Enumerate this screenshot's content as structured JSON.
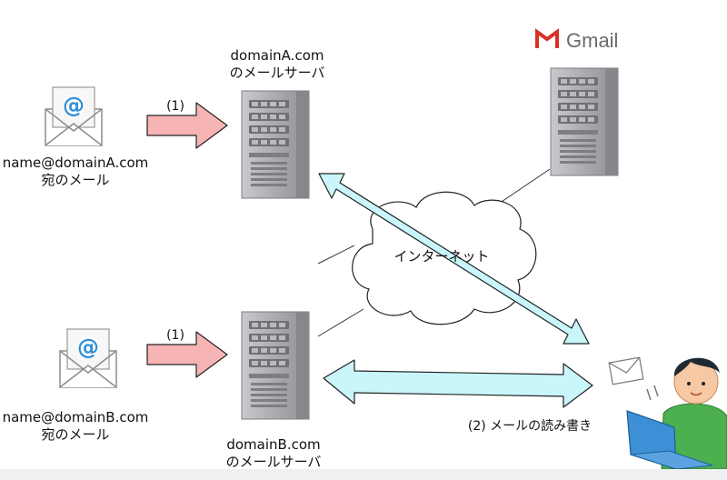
{
  "server_a": {
    "line1": "domainA.com",
    "line2": "のメールサーバ"
  },
  "server_b": {
    "line1": "domainB.com",
    "line2": "のメールサーバ"
  },
  "mail_a": {
    "line1": "name@domainA.com",
    "line2": "宛のメール"
  },
  "mail_b": {
    "line1": "name@domainB.com",
    "line2": "宛のメール"
  },
  "step_a": "(1)",
  "step_b": "(1)",
  "internet": "インターネット",
  "gmail": {
    "brand": "Gmail"
  },
  "rw_label": "(2) メールの読み書き",
  "colors": {
    "pink_arrow": "#f6b4b4",
    "cyan_arrow": "#c8f6fa",
    "gmail_red": "#d93025",
    "server": "#9ea0a4",
    "person_shirt": "#4caf50"
  }
}
